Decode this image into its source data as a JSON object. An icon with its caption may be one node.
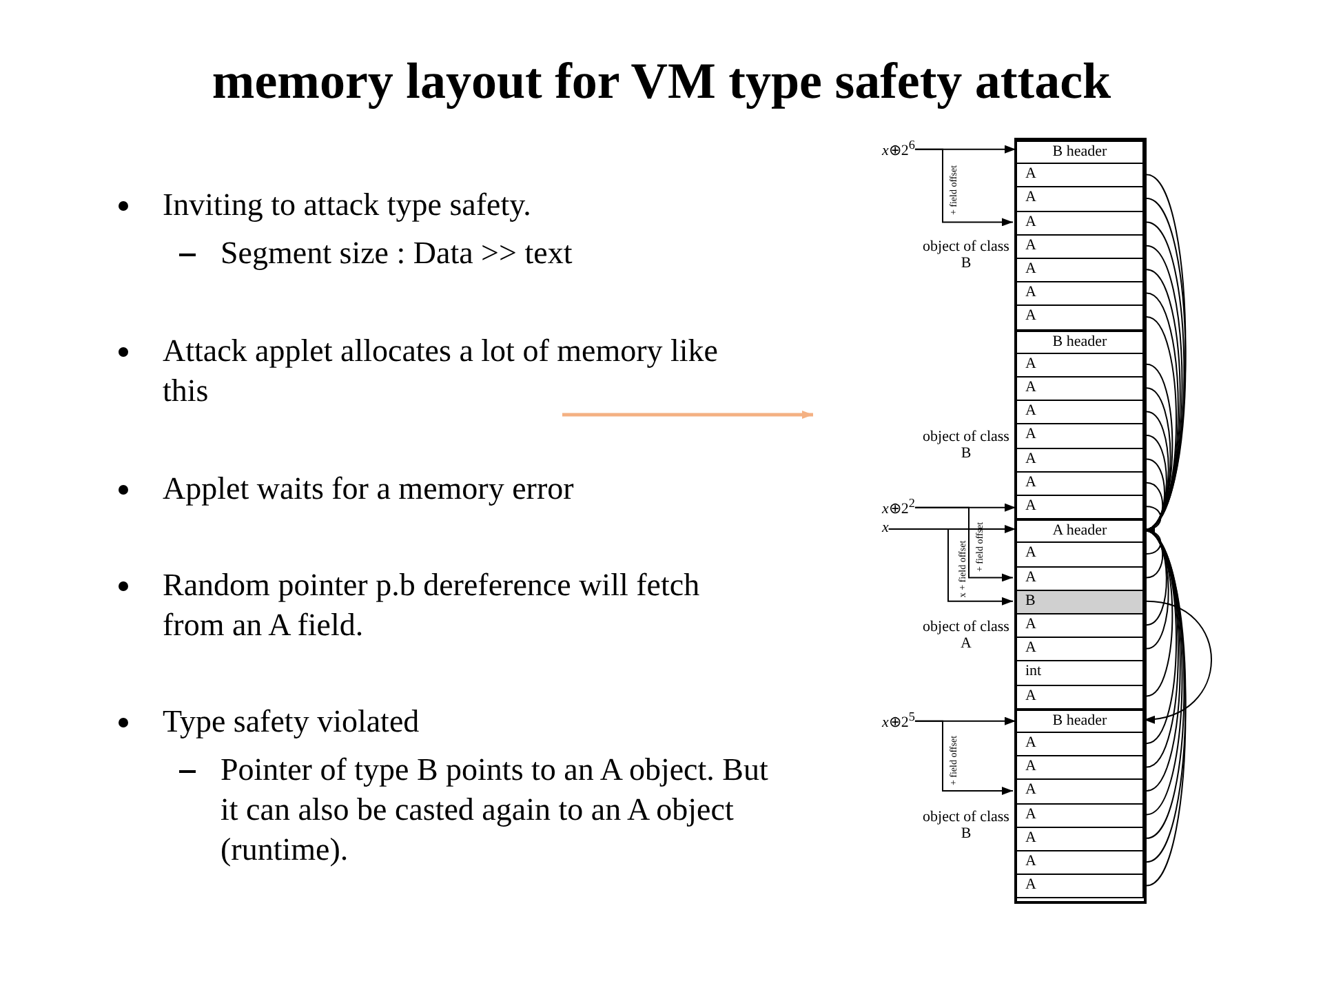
{
  "diagram": {
    "title": "memory layout for VM type safety attack",
    "nodes": [
      {
        "text": [
          "B header"
        ]
      },
      {
        "text": [
          "A"
        ]
      },
      {
        "text": [
          "A"
        ]
      },
      {
        "text": [
          "A"
        ]
      },
      {
        "text": [
          "A"
        ]
      },
      {
        "text": [
          "A"
        ]
      },
      {
        "text": [
          "A"
        ]
      },
      {
        "text": [
          "A"
        ]
      },
      {
        "text": [
          "B header"
        ]
      },
      {
        "text": [
          "A"
        ]
      },
      {
        "text": [
          "A"
        ]
      },
      {
        "text": [
          "A"
        ]
      },
      {
        "text": [
          "A"
        ]
      },
      {
        "text": [
          "A"
        ]
      },
      {
        "text": [
          "A"
        ]
      },
      {
        "text": [
          "A"
        ]
      },
      {
        "text": [
          "A header"
        ]
      },
      {
        "text": [
          "A"
        ]
      },
      {
        "text": [
          "A"
        ]
      },
      {
        "text": [
          "B"
        ]
      },
      {
        "text": [
          "A"
        ]
      },
      {
        "text": [
          "A"
        ]
      },
      {
        "text": [
          "int"
        ]
      },
      {
        "text": [
          "A"
        ]
      },
      {
        "text": [
          "B header"
        ]
      },
      {
        "text": [
          "A"
        ]
      },
      {
        "text": [
          "A"
        ]
      },
      {
        "text": [
          "A"
        ]
      },
      {
        "text": [
          "A"
        ]
      },
      {
        "text": [
          "A"
        ]
      },
      {
        "text": [
          "A"
        ]
      },
      {
        "text": [
          "A"
        ]
      },
      {
        "text": [
          "*x*⊕2$^{6}$"
        ]
      },
      {
        "text": [
          "*x*⊕2$^{2}$"
        ]
      },
      {
        "text": [
          "*x*"
        ]
      },
      {
        "text": [
          "*x*⊕2$^{5}$"
        ]
      }
    ],
    "edges": [
      {
        "from": 32,
        "to": 0,
        "arrow": "to"
      },
      {
        "from": 32,
        "to": 3,
        "arrow": "to",
        "label": "+ field offset"
      },
      {
        "from": 1,
        "to": 16,
        "arrow": "to"
      },
      {
        "from": 2,
        "to": 16,
        "arrow": "to"
      },
      {
        "from": 3,
        "to": 16,
        "arrow": "to"
      },
      {
        "from": 4,
        "to": 16,
        "arrow": "to"
      },
      {
        "from": 5,
        "to": 16,
        "arrow": "to"
      },
      {
        "from": 6,
        "to": 16,
        "arrow": "to"
      },
      {
        "from": 7,
        "to": 16,
        "arrow": "to"
      },
      {
        "from": 9,
        "to": 16,
        "arrow": "to"
      },
      {
        "from": 10,
        "to": 16,
        "arrow": "to"
      },
      {
        "from": 11,
        "to": 16,
        "arrow": "to"
      },
      {
        "from": 12,
        "to": 16,
        "arrow": "to"
      },
      {
        "from": 13,
        "to": 16,
        "arrow": "to"
      },
      {
        "from": 14,
        "to": 16,
        "arrow": "to"
      },
      {
        "from": 15,
        "to": 16,
        "arrow": "to"
      },
      {
        "from": 33,
        "to": 15,
        "arrow": "to"
      },
      {
        "from": 33,
        "to": 18,
        "arrow": "to",
        "label": "+ field offset"
      },
      {
        "from": 34,
        "to": 16,
        "arrow": "to"
      },
      {
        "from": 34,
        "to": 19,
        "arrow": "to",
        "label": "x + field offset"
      },
      {
        "from": 17,
        "to": 16,
        "arrow": "to"
      },
      {
        "from": 18,
        "to": 16,
        "arrow": "to"
      },
      {
        "from": 19,
        "to": 24,
        "arrow": "to"
      },
      {
        "from": 20,
        "to": 16,
        "arrow": "to"
      },
      {
        "from": 21,
        "to": 16,
        "arrow": "to"
      },
      {
        "from": 23,
        "to": 16,
        "arrow": "to"
      },
      {
        "from": 35,
        "to": 24,
        "arrow": "to"
      },
      {
        "from": 35,
        "to": 27,
        "arrow": "to",
        "label": "+ field offset"
      },
      {
        "from": 25,
        "to": 16,
        "arrow": "to"
      },
      {
        "from": 26,
        "to": 16,
        "arrow": "to"
      },
      {
        "from": 27,
        "to": 16,
        "arrow": "to"
      },
      {
        "from": 28,
        "to": 16,
        "arrow": "to"
      },
      {
        "from": 29,
        "to": 16,
        "arrow": "to"
      },
      {
        "from": 30,
        "to": 16,
        "arrow": "to"
      },
      {
        "from": 31,
        "to": 16,
        "arrow": "to"
      }
    ],
    "labels": [
      "Inviting to attack type safety.",
      "Segment size : Data >> text",
      "Attack applet allocates a lot of memory like this",
      "Applet waits for a memory error",
      "Random pointer p.b dereference will fetch from an A field.",
      "Type safety violated",
      "Pointer of type B points to an A object. But it can also be casted again to an A object (runtime).",
      "object of class B",
      "object of class B",
      "object of class A",
      "object of class B"
    ]
  }
}
